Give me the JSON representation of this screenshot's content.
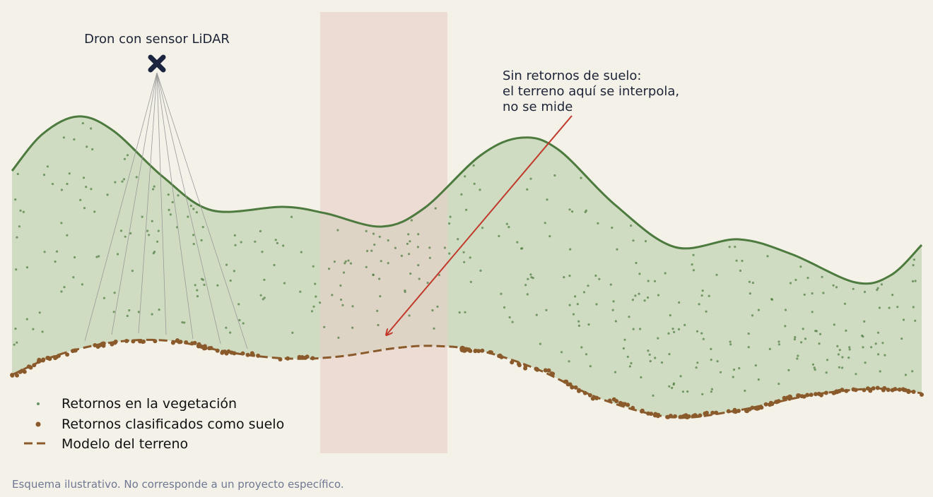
{
  "diagram": {
    "drone_label": "Dron con sensor LiDAR",
    "annotation_lines": [
      "Sin retornos de suelo:",
      "el terreno aquí se interpola,",
      "no se mide"
    ],
    "legend": [
      {
        "label": "Retornos en la vegetación",
        "marker": "small-dot",
        "color": "#6a9268"
      },
      {
        "label": "Retornos clasificados como suelo",
        "marker": "dot",
        "color": "#8b5a2b"
      },
      {
        "label": "Modelo del terreno",
        "marker": "dashed-line",
        "color": "#8b5a2b"
      }
    ],
    "colors": {
      "canopy_line": "#4d7a3e",
      "canopy_fill": "#cfdcc2",
      "ground": "#8b5a2b",
      "gap_band": "#e8cfc6",
      "arrow": "#c0392b",
      "drone": "#1b2540",
      "beam": "#9a9a9a"
    },
    "footnote": "Esquema ilustrativo. No corresponde a un proyecto específico."
  }
}
